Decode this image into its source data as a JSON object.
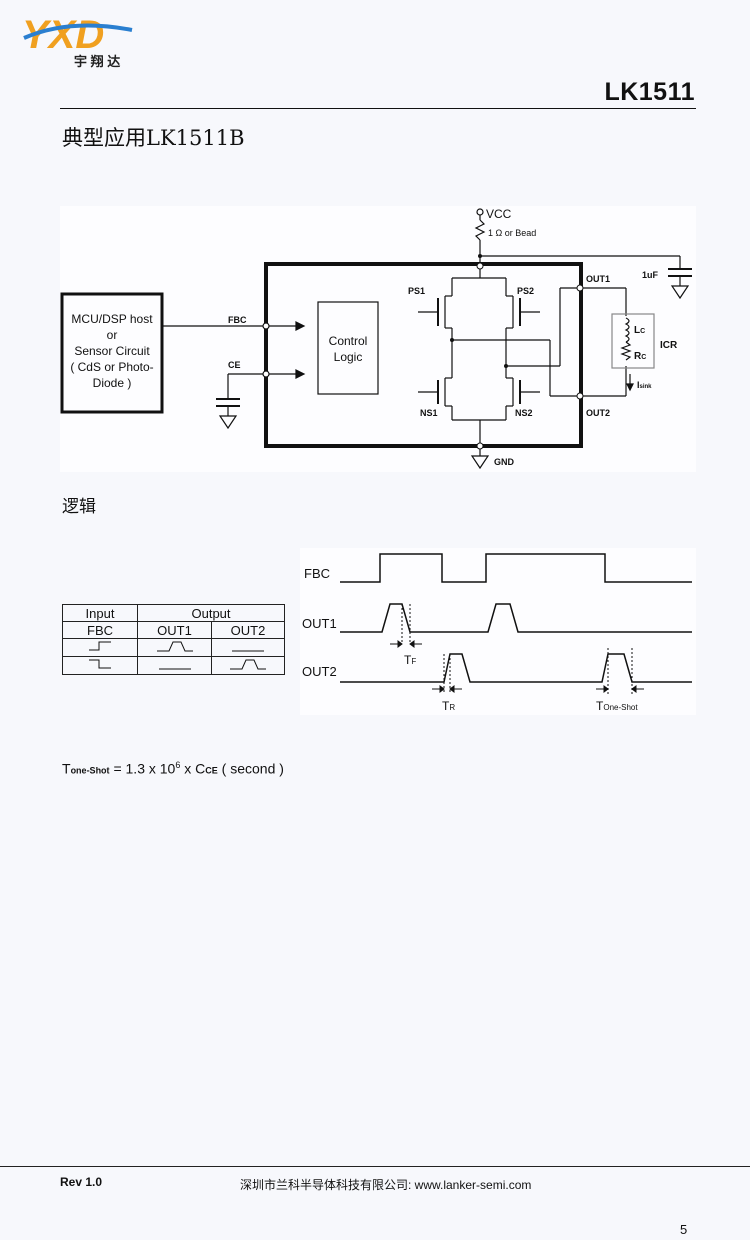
{
  "header": {
    "logo_mark": "YXD",
    "logo_cn": "宇 翔 达",
    "part_number": "LK1511"
  },
  "section_title": "典型应用LK1511B",
  "schematic": {
    "vcc": "VCC",
    "resistor": "1 Ω or Bead",
    "host_lines": [
      "MCU/DSP host",
      "or",
      "Sensor Circuit",
      "( CdS or Photo-",
      "Diode )"
    ],
    "fbc": "FBC",
    "ce": "CE",
    "control_lines": [
      "Control",
      "Logic"
    ],
    "ps1": "PS1",
    "ps2": "PS2",
    "ns1": "NS1",
    "ns2": "NS2",
    "out1": "OUT1",
    "out2": "OUT2",
    "cap": "1uF",
    "icr": "ICR",
    "lc": "L",
    "lc_sub": "C",
    "rc": "R",
    "rc_sub": "C",
    "isink": "I",
    "isink_sub": "sink",
    "gnd": "GND"
  },
  "logic_subtitle": "逻辑",
  "logic_table": {
    "header": [
      "Input",
      "Output"
    ],
    "subheader": [
      "FBC",
      "OUT1",
      "OUT2"
    ]
  },
  "timing": {
    "fbc": "FBC",
    "out1": "OUT1",
    "out2": "OUT2",
    "tf": "T",
    "tf_sub": "F",
    "tr": "T",
    "tr_sub": "R",
    "tos": "T",
    "tos_sub": "One-Shot"
  },
  "formula": {
    "t": "T",
    "t_sub": "one-Shot",
    "mid": " = 1.3 x 10",
    "exp": "6",
    "x": " x C",
    "c_sub": "CE",
    "tail": " ( second )"
  },
  "footer": {
    "rev": "Rev 1.0",
    "company": "深圳市兰科半导体科技有限公司: www.lanker-semi.com",
    "page": "5"
  }
}
